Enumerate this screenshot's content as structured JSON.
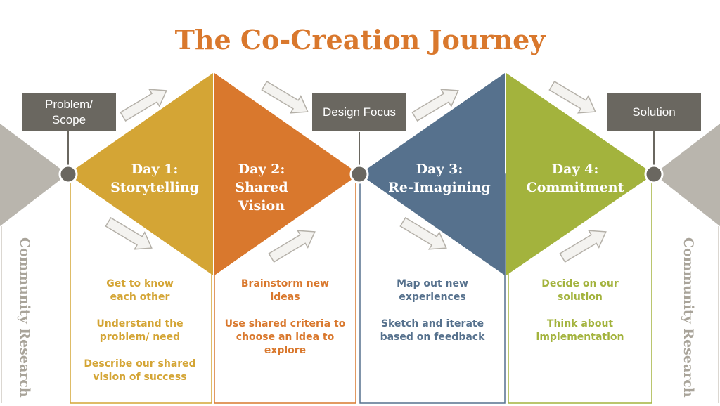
{
  "title": "The Co-Creation Journey",
  "colors": {
    "title": "#d9782d",
    "day1": "#d4a535",
    "day2": "#d9782d",
    "day3": "#56718d",
    "day4": "#a3b33d",
    "label_box": "#6a6760",
    "side": "#a9a49a"
  },
  "labels": {
    "problem_scope": "Problem/\nScope",
    "design_focus": "Design Focus",
    "solution": "Solution"
  },
  "side_label": "Community Research",
  "days": [
    {
      "title": "Day 1:\nStorytelling",
      "items": [
        "Get to know each other",
        "Understand the problem/ need",
        "Describe our shared vision of success"
      ]
    },
    {
      "title": "Day 2:\nShared\nVision",
      "items": [
        "Brainstorm new ideas",
        "Use shared criteria to choose an idea to explore"
      ]
    },
    {
      "title": "Day 3:\nRe-Imagining",
      "items": [
        "Map out new experiences",
        "Sketch and iterate based on feedback"
      ]
    },
    {
      "title": "Day 4:\nCommitment",
      "items": [
        "Decide on our solution",
        "Think about implementation"
      ]
    }
  ]
}
